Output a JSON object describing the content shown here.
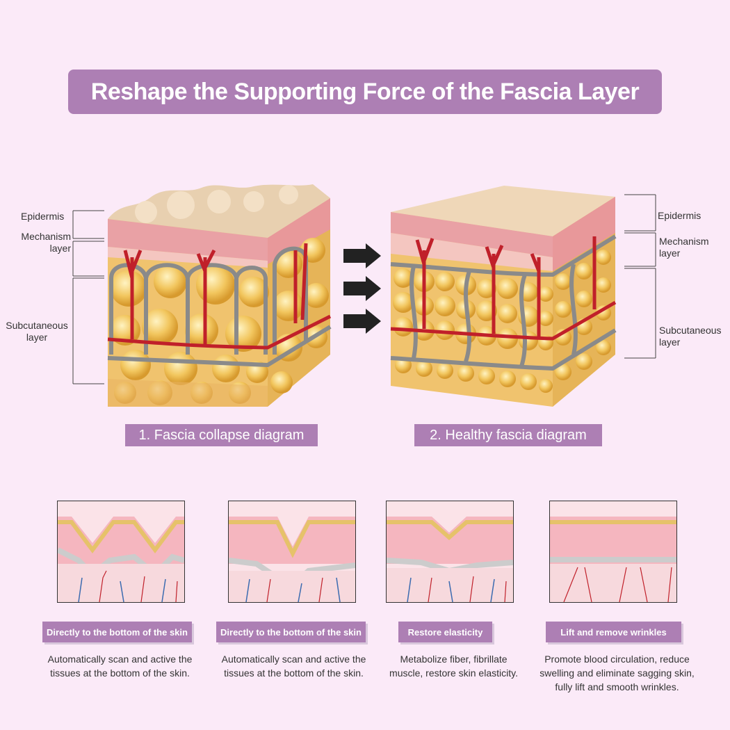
{
  "title": "Reshape the Supporting Force of the Fascia Layer",
  "diagrams": [
    {
      "caption": "1. Fascia collapse diagram",
      "labels": {
        "epidermis": "Epidermis",
        "mechanism_1": "Mechanism",
        "mechanism_2": "layer",
        "subcutaneous_1": "Subcutaneous",
        "subcutaneous_2": "layer"
      }
    },
    {
      "caption": "2. Healthy fascia diagram",
      "labels": {
        "epidermis": "Epidermis",
        "mechanism_1": "Mechanism",
        "mechanism_2": "layer",
        "subcutaneous_1": "Subcutaneous",
        "subcutaneous_2": "layer"
      }
    }
  ],
  "steps": [
    {
      "title": "Directly to the bottom of the skin",
      "line1": "Automatically scan and active the",
      "line2": "tissues at the bottom of the skin.",
      "line3": ""
    },
    {
      "title": "Directly to the bottom of the skin",
      "line1": "Automatically scan and active the",
      "line2": "tissues at the bottom of the skin.",
      "line3": ""
    },
    {
      "title": "Restore elasticity",
      "line1": "Metabolize fiber, fibrillate",
      "line2": "muscle, restore skin elasticity.",
      "line3": ""
    },
    {
      "title": "Lift and remove wrinkles",
      "line1": "Promote blood circulation, reduce",
      "line2": "swelling and eliminate sagging skin,",
      "line3": "fully lift and smooth wrinkles."
    }
  ],
  "colors": {
    "banner": "#ad7fb4",
    "background": "#fbeaf8",
    "fat": "#f2c65e",
    "vessel": "#c0202a",
    "fascia": "#8a8a8a"
  },
  "icons": [
    "arrow-right-icon",
    "arrow-right-icon",
    "arrow-right-icon"
  ]
}
